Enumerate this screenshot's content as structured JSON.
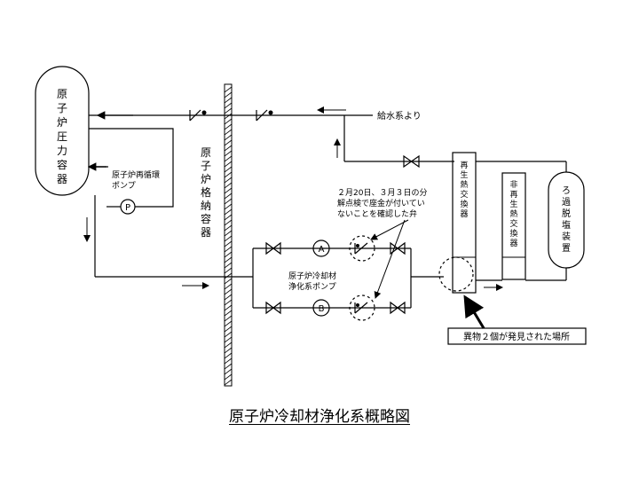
{
  "title": "原子炉冷却材浄化系概略図",
  "vessel": "原子炉圧力容器",
  "containment": "原子炉格納容器",
  "feedwater": "給水系より",
  "recirc_pump": [
    "原子炉再循環",
    "ポンプ"
  ],
  "pump_symbol": "P",
  "cleanup_pump": [
    "原子炉冷却材",
    "浄化系ポンプ"
  ],
  "pump_a": "A",
  "pump_b": "B",
  "valve_note": [
    "２月20日、３月３日の分",
    "解点検で座金が付いてい",
    "ないことを確認した弁"
  ],
  "regen_hx": "再生熱交換器",
  "nonregen_hx": "非再生熱交換器",
  "demineralizer": "ろ過脱塩装置",
  "found_note": "異物２個が発見された場所"
}
